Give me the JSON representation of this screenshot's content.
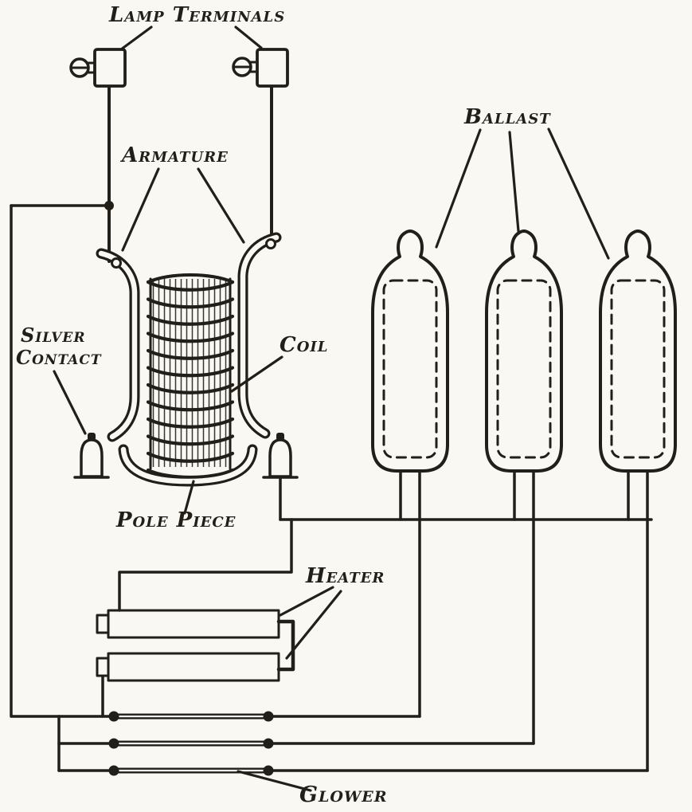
{
  "labels": {
    "lamp_terminals": "Lamp Terminals",
    "armature": "Armature",
    "silver_contact_line1": "Silver",
    "silver_contact_line2": "Contact",
    "coil": "Coil",
    "pole_piece": "Pole Piece",
    "ballast": "Ballast",
    "heater": "Heater",
    "glower": "Glower"
  },
  "colors": {
    "ink": "#221f19",
    "paper": "#faf8f2"
  }
}
